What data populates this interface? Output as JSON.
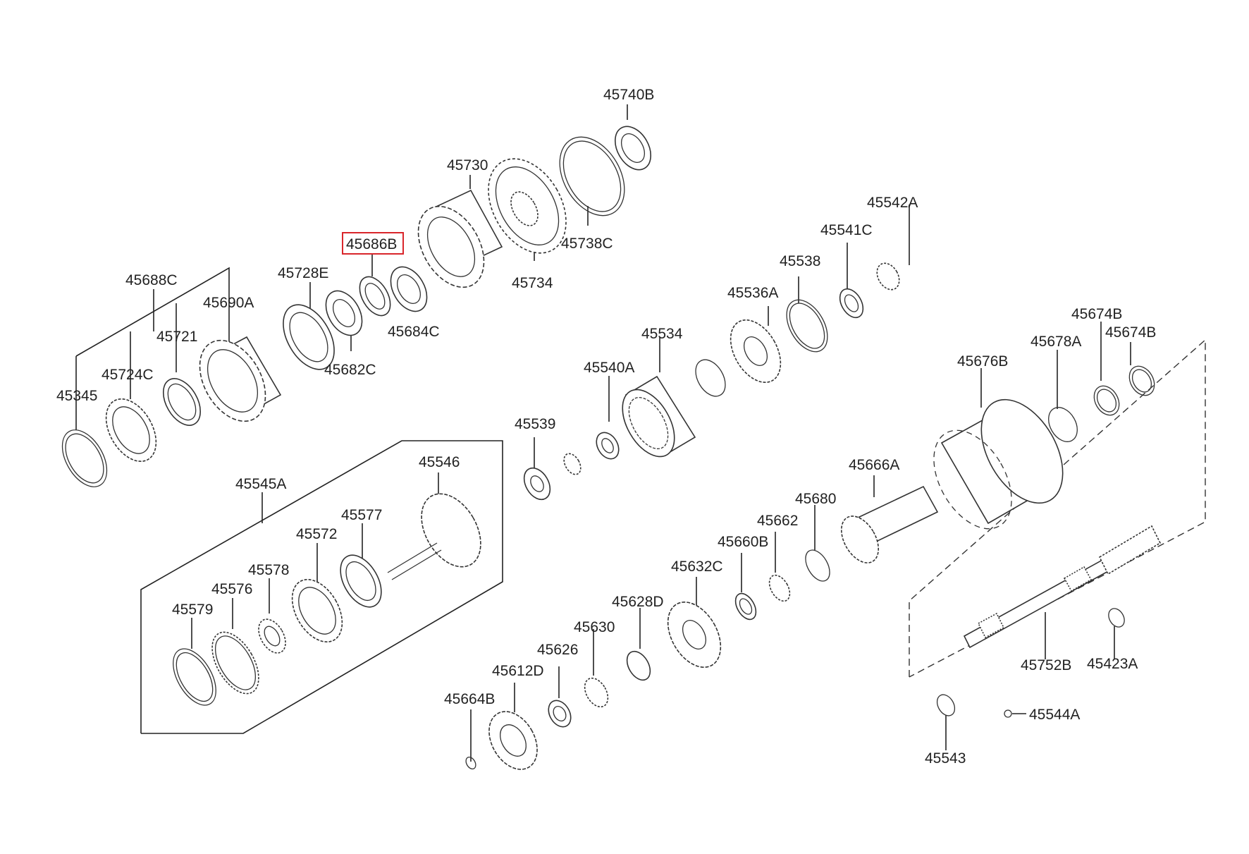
{
  "diagram": {
    "highlight_color": "#d9262b",
    "labels": {
      "p45740B": "45740B",
      "p45730": "45730",
      "p45738C": "45738C",
      "p45734": "45734",
      "p45686B": "45686B",
      "p45684C": "45684C",
      "p45728E": "45728E",
      "p45682C": "45682C",
      "p45688C": "45688C",
      "p45690A": "45690A",
      "p45721": "45721",
      "p45724C": "45724C",
      "p45345": "45345",
      "p45542A": "45542A",
      "p45541C": "45541C",
      "p45538": "45538",
      "p45536A": "45536A",
      "p45534": "45534",
      "p45540A": "45540A",
      "p45539": "45539",
      "p45674B_1": "45674B",
      "p45674B_2": "45674B",
      "p45678A": "45678A",
      "p45676B": "45676B",
      "p45666A": "45666A",
      "p45680": "45680",
      "p45662": "45662",
      "p45660B": "45660B",
      "p45632C": "45632C",
      "p45628D": "45628D",
      "p45630": "45630",
      "p45626": "45626",
      "p45612D": "45612D",
      "p45664B": "45664B",
      "p45545A": "45545A",
      "p45546": "45546",
      "p45577": "45577",
      "p45572": "45572",
      "p45578": "45578",
      "p45576": "45576",
      "p45579": "45579",
      "p45752B": "45752B",
      "p45423A": "45423A",
      "p45544A": "45544A",
      "p45543": "45543"
    }
  }
}
